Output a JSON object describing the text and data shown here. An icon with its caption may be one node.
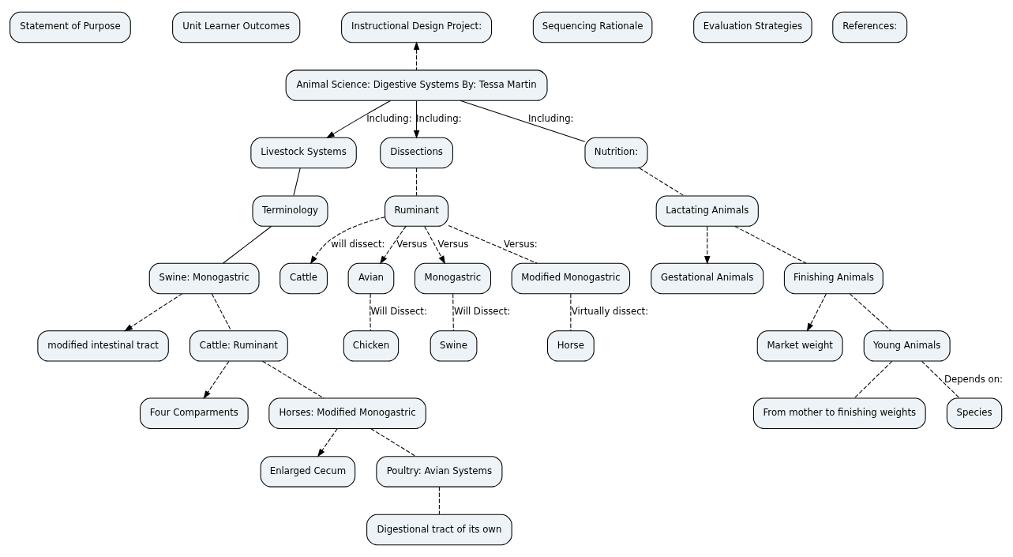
{
  "diagram": {
    "nodes": [
      {
        "text": [
          "Statement of Purpose"
        ]
      },
      {
        "text": [
          "Unit Learner Outcomes"
        ]
      },
      {
        "text": [
          "Instructional Design Project:"
        ]
      },
      {
        "text": [
          "Sequencing Rationale"
        ]
      },
      {
        "text": [
          "Evaluation Strategies"
        ]
      },
      {
        "text": [
          "Animal Science: Digestive Systems By: Tessa Martin"
        ]
      },
      {
        "text": [
          "Livestock Systems"
        ]
      },
      {
        "text": [
          "Dissections"
        ]
      },
      {
        "text": [
          "Cattle"
        ]
      },
      {
        "text": [
          "Ruminant"
        ]
      },
      {
        "text": [
          "Avian"
        ]
      },
      {
        "text": [
          "Monogastric"
        ]
      },
      {
        "text": [
          "Terminology"
        ]
      },
      {
        "text": [
          "modified intestinal tract"
        ]
      },
      {
        "text": [
          "Swine: Monogastric"
        ]
      },
      {
        "text": [
          "Nutrition:"
        ]
      },
      {
        "text": [
          "Gestational Animals"
        ]
      },
      {
        "text": [
          "Lactating Animals"
        ]
      },
      {
        "text": [
          "Market weight"
        ]
      },
      {
        "text": [
          "Finishing Animals"
        ]
      },
      {
        "text": [
          "Four Comparments"
        ]
      },
      {
        "text": [
          "Cattle: Ruminant"
        ]
      },
      {
        "text": [
          "Chicken"
        ]
      },
      {
        "text": [
          "Swine"
        ]
      },
      {
        "text": [
          "Modified Monogastric"
        ]
      },
      {
        "text": [
          "Enlarged Cecum"
        ]
      },
      {
        "text": [
          "Horses: Modified Monogastric"
        ]
      },
      {
        "text": [
          "Young Animals"
        ]
      },
      {
        "text": [
          "Horse"
        ]
      },
      {
        "text": [
          "From mother to finishing weights"
        ]
      },
      {
        "text": [
          "Poultry: Avian Systems"
        ]
      },
      {
        "text": [
          "Species"
        ]
      },
      {
        "text": [
          "References:"
        ]
      },
      {
        "text": [
          "Digestional tract of its own"
        ]
      }
    ],
    "edges": [
      {
        "from": 5,
        "to": 2,
        "arrow": "to",
        "style": "dashed"
      },
      {
        "from": 5,
        "to": 6,
        "arrow": "to",
        "label": "Including:"
      },
      {
        "from": 5,
        "to": 15,
        "arrow": "none",
        "label": "Including:"
      },
      {
        "from": 5,
        "to": 7,
        "arrow": "to",
        "label": "Including:"
      },
      {
        "from": 6,
        "to": 12,
        "arrow": "none"
      },
      {
        "from": 12,
        "to": 14,
        "arrow": "none"
      },
      {
        "from": 14,
        "to": 13,
        "arrow": "to",
        "style": "dashed"
      },
      {
        "from": 14,
        "to": 21,
        "arrow": "none",
        "style": "dashed"
      },
      {
        "from": 21,
        "to": 20,
        "arrow": "to",
        "style": "dashed"
      },
      {
        "from": 21,
        "to": 26,
        "arrow": "none",
        "style": "dashed"
      },
      {
        "from": 26,
        "to": 25,
        "arrow": "to",
        "style": "dashed"
      },
      {
        "from": 26,
        "to": 30,
        "arrow": "none",
        "style": "dashed"
      },
      {
        "from": 30,
        "to": 33,
        "arrow": "none",
        "style": "dashed"
      },
      {
        "from": 15,
        "to": 17,
        "arrow": "none",
        "style": "dashed"
      },
      {
        "from": 17,
        "to": 16,
        "arrow": "to",
        "style": "dashed"
      },
      {
        "from": 17,
        "to": 19,
        "arrow": "none",
        "style": "dashed"
      },
      {
        "from": 19,
        "to": 18,
        "arrow": "to",
        "style": "dashed"
      },
      {
        "from": 19,
        "to": 27,
        "arrow": "none",
        "style": "dashed"
      },
      {
        "from": 27,
        "to": 31,
        "arrow": "none",
        "style": "dashed",
        "label": "Depends on:"
      },
      {
        "from": 27,
        "to": 29,
        "arrow": "none",
        "style": "dashed"
      },
      {
        "from": 7,
        "to": 9,
        "arrow": "none",
        "style": "dashed"
      },
      {
        "from": 9,
        "to": 8,
        "arrow": "to",
        "style": "dashed",
        "label": "will dissect:"
      },
      {
        "from": 9,
        "to": 10,
        "arrow": "to",
        "style": "dashed",
        "label": "Versus"
      },
      {
        "from": 9,
        "to": 11,
        "arrow": "to",
        "style": "dashed",
        "label": "Versus"
      },
      {
        "from": 9,
        "to": 24,
        "arrow": "none",
        "style": "dashed",
        "label": "Versus:"
      },
      {
        "from": 10,
        "to": 22,
        "arrow": "none",
        "style": "dashed",
        "label": "Will Dissect:"
      },
      {
        "from": 11,
        "to": 23,
        "arrow": "none",
        "style": "dashed",
        "label": "Will Dissect:"
      },
      {
        "from": 24,
        "to": 28,
        "arrow": "none",
        "style": "dashed",
        "label": "Virtually dissect:"
      }
    ]
  }
}
